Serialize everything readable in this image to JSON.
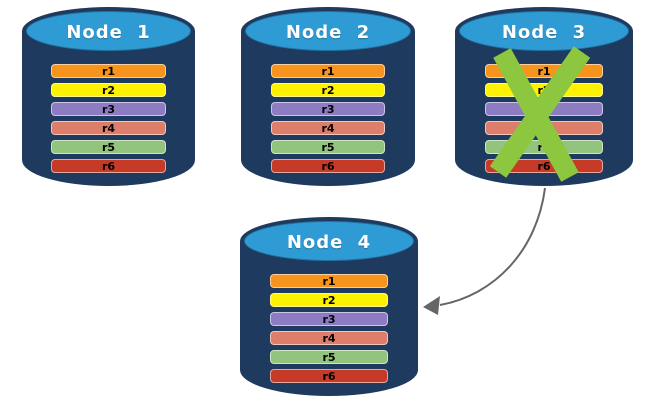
{
  "colors": {
    "background": "#FFFFFF",
    "cylinder-body": "#1F3A5F",
    "cylinder-top": "#2E9BD5",
    "node-title-text": "#FFFFFF",
    "replica-text": "#000000",
    "fail-x": "#8DC63F",
    "arrow-line": "#666666"
  },
  "nodes": [
    {
      "label": "Node 1",
      "status": "active",
      "replicas": [
        {
          "label": "r1",
          "color": "#F7941D"
        },
        {
          "label": "r2",
          "color": "#FFF200"
        },
        {
          "label": "r3",
          "color": "#8E7CC3"
        },
        {
          "label": "r4",
          "color": "#DD7E6B"
        },
        {
          "label": "r5",
          "color": "#93C47D"
        },
        {
          "label": "r6",
          "color": "#C63B27"
        }
      ]
    },
    {
      "label": "Node 2",
      "status": "active",
      "replicas": [
        {
          "label": "r1",
          "color": "#F7941D"
        },
        {
          "label": "r2",
          "color": "#FFF200"
        },
        {
          "label": "r3",
          "color": "#8E7CC3"
        },
        {
          "label": "r4",
          "color": "#DD7E6B"
        },
        {
          "label": "r5",
          "color": "#93C47D"
        },
        {
          "label": "r6",
          "color": "#C63B27"
        }
      ]
    },
    {
      "label": "Node 3",
      "status": "failed",
      "replicas": [
        {
          "label": "r1",
          "color": "#F7941D"
        },
        {
          "label": "r2",
          "color": "#FFF200"
        },
        {
          "label": "r3",
          "color": "#8E7CC3"
        },
        {
          "label": "r4",
          "color": "#DD7E6B"
        },
        {
          "label": "r5",
          "color": "#93C47D"
        },
        {
          "label": "r6",
          "color": "#C63B27"
        }
      ]
    },
    {
      "label": "Node 4",
      "status": "active",
      "replicas": [
        {
          "label": "r1",
          "color": "#F7941D"
        },
        {
          "label": "r2",
          "color": "#FFF200"
        },
        {
          "label": "r3",
          "color": "#8E7CC3"
        },
        {
          "label": "r4",
          "color": "#DD7E6B"
        },
        {
          "label": "r5",
          "color": "#93C47D"
        },
        {
          "label": "r6",
          "color": "#C63B27"
        }
      ]
    }
  ],
  "relations": {
    "arrow": {
      "from": "Node 3",
      "to": "Node 4"
    }
  }
}
